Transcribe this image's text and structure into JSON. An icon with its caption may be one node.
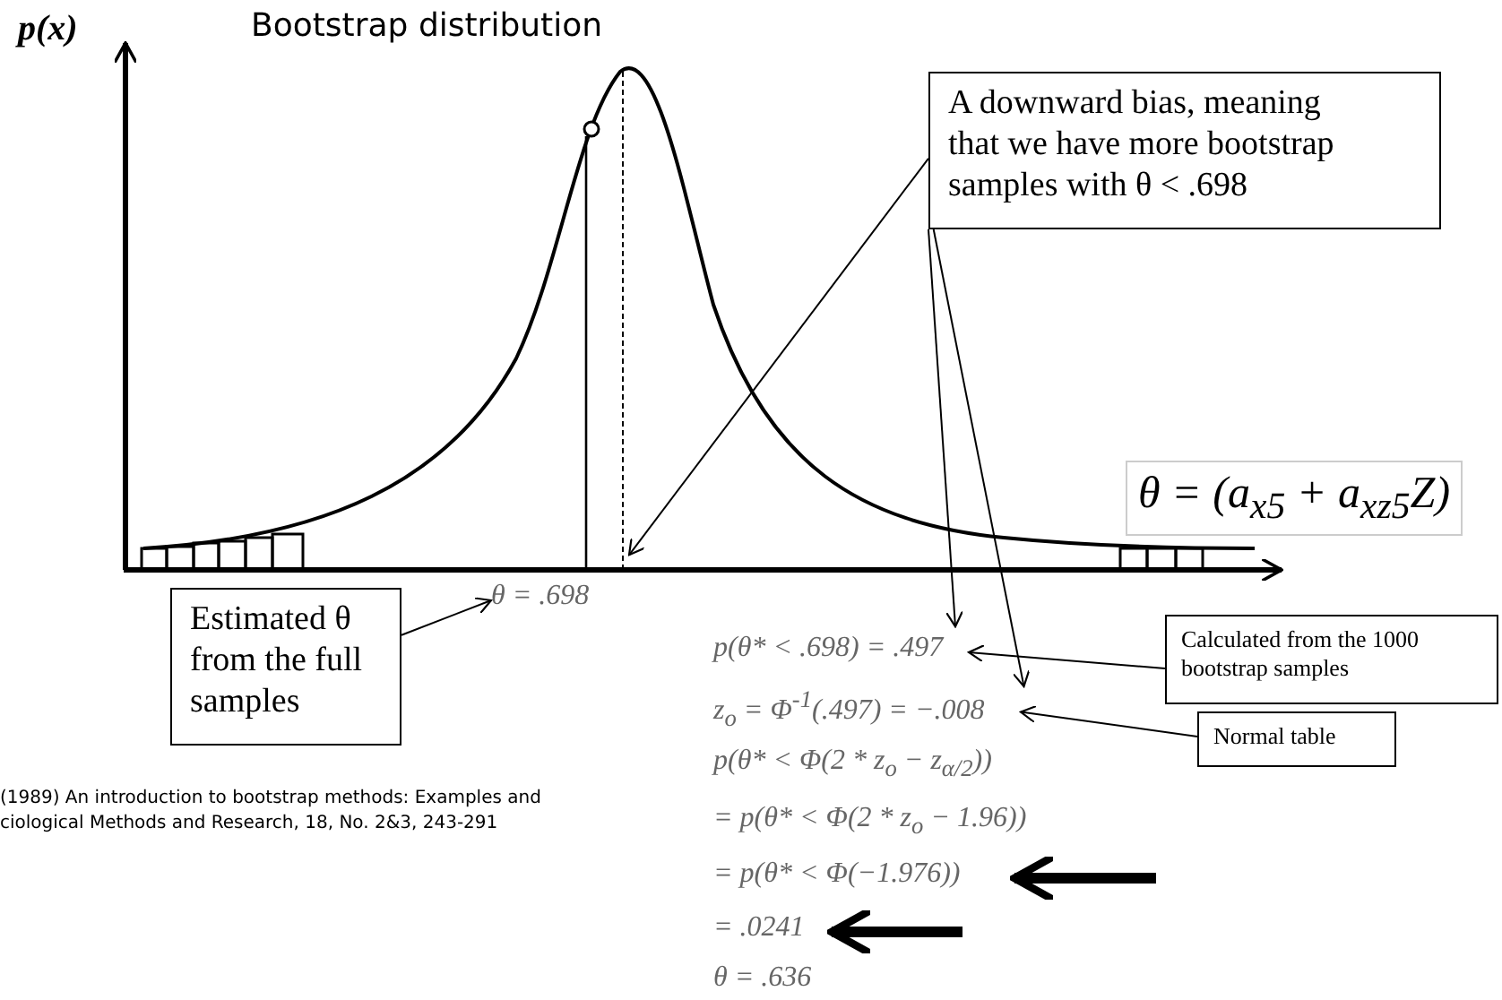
{
  "diagram": {
    "title": "Bootstrap distribution",
    "nodes": [
      {
        "text": [
          "A downward bias, meaning that we have more bootstrap samples with θ < .698"
        ]
      },
      {
        "text": [],
        "shape": "line"
      },
      {
        "text": [
          "Estimated θ from the full samples"
        ]
      },
      {
        "text": [
          "θ = .698"
        ]
      },
      {
        "text": [
          "p(θ* < .698) = .497"
        ]
      },
      {
        "text": [
          "z$_{o}$ = Φ$^{-1}$(.497) = −.008"
        ]
      },
      {
        "text": [
          "Calculated from the 1000 bootstrap samples"
        ]
      },
      {
        "text": [
          "Normal table"
        ]
      },
      {
        "text": [
          "= p(θ* < Φ(−1.976))"
        ]
      },
      {
        "text": [
          "= .0241"
        ]
      }
    ],
    "edges": [
      {
        "from": 0,
        "to": 1,
        "arrow": "to"
      },
      {
        "from": 0,
        "to": 4,
        "arrow": "to"
      },
      {
        "from": 0,
        "to": 5,
        "arrow": "to"
      },
      {
        "from": 2,
        "to": 3,
        "arrow": "to"
      },
      {
        "from": 6,
        "to": 4,
        "arrow": "to"
      },
      {
        "from": 7,
        "to": 5,
        "arrow": "to"
      },
      {
        "from": null,
        "to": 8,
        "arrow": "to",
        "style": "thick"
      },
      {
        "from": null,
        "to": 9,
        "arrow": "to",
        "style": "thick"
      }
    ],
    "labels": [
      "p(x)",
      "θ = (a$_{x5}$ + a$_{xz5}$Z)",
      "p(θ* < Φ(2 * z$_{o}$ − z$_{α/2}$))",
      "= p(θ* < Φ(2 * z$_{o}$ − 1.96))",
      "θ = .636",
      "(1989) An introduction to bootstrap methods: Examples and",
      "ciological Methods and Research, 18, No. 2&3, 243-291"
    ]
  }
}
